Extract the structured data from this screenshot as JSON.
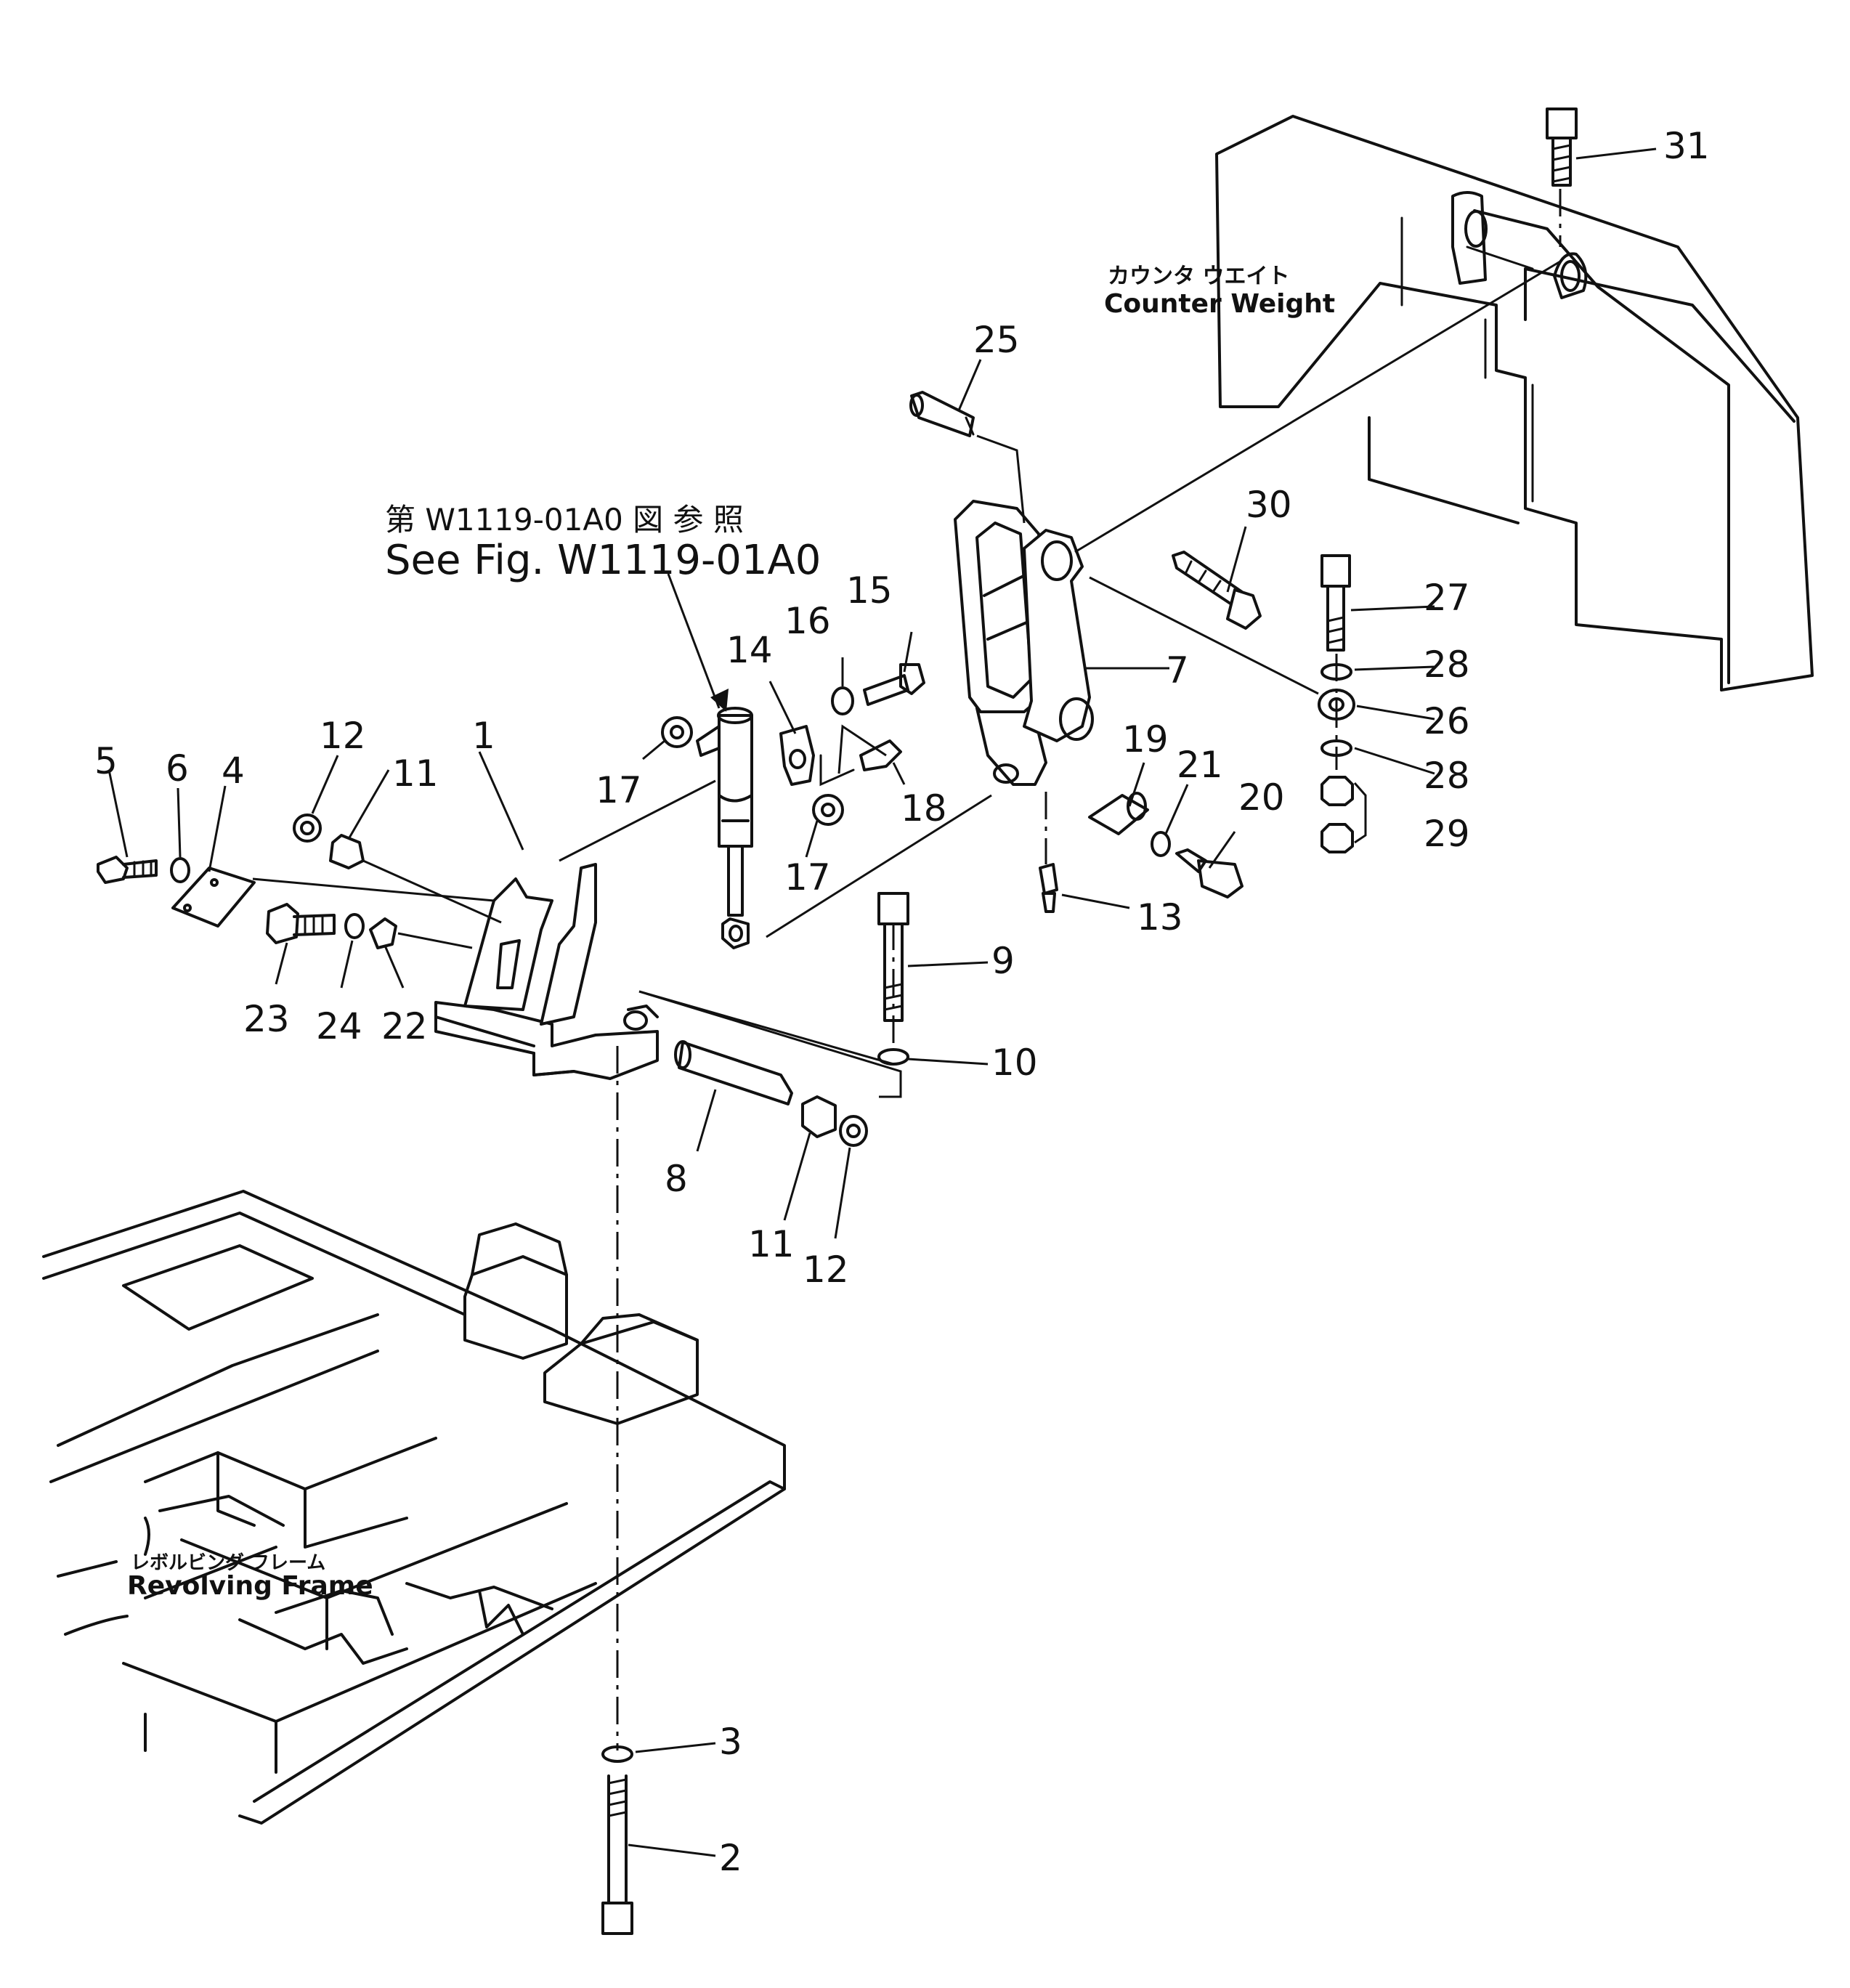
{
  "reference": {
    "jp": "第 W1119-01A0 図 参 照",
    "en": "See Fig. W1119-01A0"
  },
  "labels": {
    "counter_weight_jp": "カウンタ ウエイト",
    "counter_weight_en": "Counter Weight",
    "revolving_frame_jp": "レボルビング フレーム",
    "revolving_frame_en": "Revolving Frame"
  },
  "callouts": {
    "c1": "1",
    "c2": "2",
    "c3": "3",
    "c4": "4",
    "c5": "5",
    "c6": "6",
    "c7": "7",
    "c8": "8",
    "c9": "9",
    "c10": "10",
    "c11a": "11",
    "c11b": "11",
    "c12a": "12",
    "c12b": "12",
    "c13": "13",
    "c14": "14",
    "c15": "15",
    "c16": "16",
    "c17a": "17",
    "c17b": "17",
    "c18": "18",
    "c19": "19",
    "c20": "20",
    "c21": "21",
    "c22": "22",
    "c23": "23",
    "c24": "24",
    "c25": "25",
    "c26": "26",
    "c27": "27",
    "c28a": "28",
    "c28b": "28",
    "c29": "29",
    "c30": "30",
    "c31": "31"
  }
}
